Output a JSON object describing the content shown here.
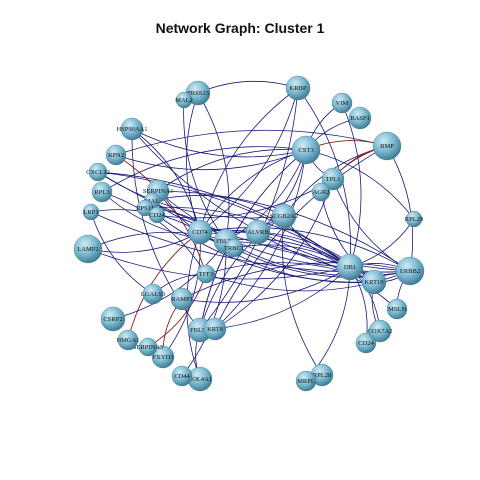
{
  "title": "Network Graph: Cluster 1",
  "colors": {
    "edge_main": "#1a1a7a",
    "edge_alt": "#8b1a1a",
    "node_light": "#bfe4f2",
    "node_mid": "#7ab8cf",
    "node_dark": "#3e7a92",
    "label": "#111111"
  },
  "nodes": [
    {
      "id": "kbp",
      "label": "KRBP"
    },
    {
      "id": "prss23",
      "label": "PRSS23"
    },
    {
      "id": "mal2",
      "label": "MAL2"
    },
    {
      "id": "vim",
      "label": "VIM"
    },
    {
      "id": "basp1",
      "label": "BASP1"
    },
    {
      "id": "hsp90aa1",
      "label": "HSP90AA1"
    },
    {
      "id": "rpn2",
      "label": "RPN2"
    },
    {
      "id": "cxcl12",
      "label": "CXCL12"
    },
    {
      "id": "cst3",
      "label": "CST3"
    },
    {
      "id": "bmp",
      "label": "BMP"
    },
    {
      "id": "sppa",
      "label": "SERPINA3"
    },
    {
      "id": "mal",
      "label": "MAL"
    },
    {
      "id": "tpl",
      "label": "TPL1"
    },
    {
      "id": "rps11",
      "label": "RPS11"
    },
    {
      "id": "cd24a",
      "label": "CD24"
    },
    {
      "id": "lrp1",
      "label": "LRP1"
    },
    {
      "id": "lamp2",
      "label": "LAMP2"
    },
    {
      "id": "cd74",
      "label": "CD74"
    },
    {
      "id": "fbln1",
      "label": "FBLN1"
    },
    {
      "id": "fbln2",
      "label": "FBLN2"
    },
    {
      "id": "scgb2a2",
      "label": "SCGB2A2"
    },
    {
      "id": "alvrb",
      "label": "ALVRB"
    },
    {
      "id": "rpl29",
      "label": "RPL29"
    },
    {
      "id": "erbb2",
      "label": "ERBB2"
    },
    {
      "id": "krt19",
      "label": "KRT19"
    },
    {
      "id": "db1",
      "label": "DB1"
    },
    {
      "id": "msln",
      "label": "MSLN"
    },
    {
      "id": "ramp1",
      "label": "RAMP1"
    },
    {
      "id": "lgals3",
      "label": "LGALS3"
    },
    {
      "id": "cd24",
      "label": "CD24"
    },
    {
      "id": "cox7a2",
      "label": "COX7A2"
    },
    {
      "id": "rpl28",
      "label": "RPL28"
    },
    {
      "id": "mrpl",
      "label": "MRPL"
    },
    {
      "id": "fxyd3",
      "label": "FXYD3"
    },
    {
      "id": "serpina3",
      "label": "SERPINA3"
    },
    {
      "id": "csrp2",
      "label": "CSRP2"
    },
    {
      "id": "hmga1",
      "label": "HMGA1"
    },
    {
      "id": "col4",
      "label": "COL4A1"
    },
    {
      "id": "cd44",
      "label": "CD44"
    },
    {
      "id": "krt8",
      "label": "KRT8"
    },
    {
      "id": "tff3",
      "label": "TFF3"
    },
    {
      "id": "trbc",
      "label": "TRBC1"
    },
    {
      "id": "rpl3",
      "label": "RPL3"
    },
    {
      "id": "agr2",
      "label": "AGR2"
    }
  ]
}
